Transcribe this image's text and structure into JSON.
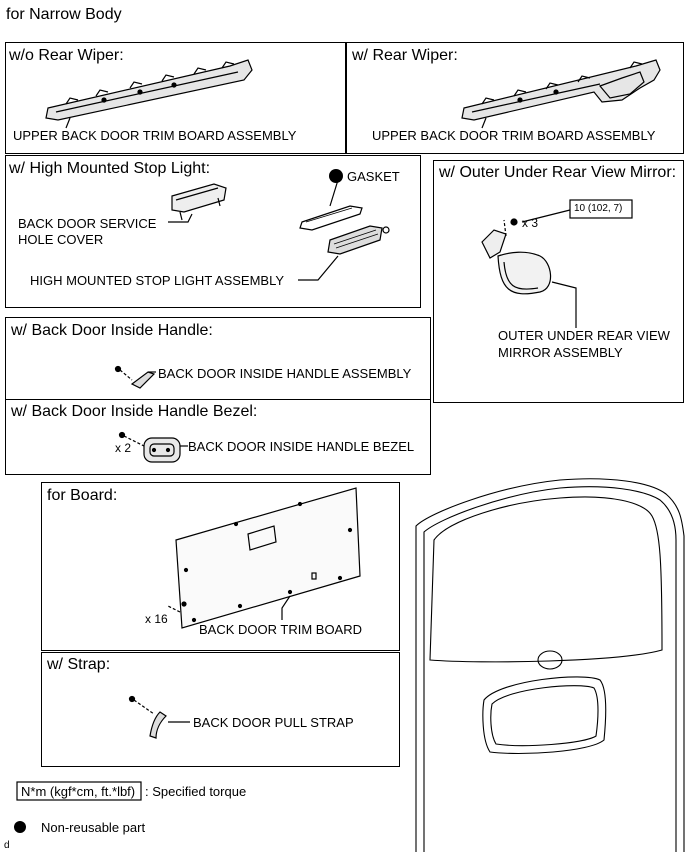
{
  "heading": "for Narrow Body",
  "panels": {
    "wo_rear_wiper": {
      "title": "w/o Rear Wiper:",
      "label": "UPPER BACK DOOR TRIM BOARD ASSEMBLY"
    },
    "w_rear_wiper": {
      "title": "w/ Rear Wiper:",
      "label": "UPPER BACK DOOR TRIM BOARD ASSEMBLY"
    },
    "stop_light": {
      "title": "w/ High Mounted Stop Light:",
      "gasket": "GASKET",
      "service_cover_line1": "BACK DOOR SERVICE",
      "service_cover_line2": "HOLE COVER",
      "lamp": "HIGH MOUNTED STOP LIGHT ASSEMBLY"
    },
    "mirror": {
      "title": "w/ Outer Under Rear View Mirror:",
      "qty": "x 3",
      "torque": "10 (102, 7)",
      "label_line1": "OUTER UNDER REAR VIEW",
      "label_line2": "MIRROR ASSEMBLY"
    },
    "inside_handle": {
      "title": "w/ Back Door Inside Handle:",
      "label": "BACK DOOR INSIDE HANDLE ASSEMBLY"
    },
    "handle_bezel": {
      "title": "w/ Back Door Inside Handle Bezel:",
      "qty": "x 2",
      "label": "BACK DOOR INSIDE HANDLE BEZEL"
    },
    "board": {
      "title": "for Board:",
      "qty": "x 16",
      "label": "BACK DOOR TRIM BOARD"
    },
    "strap": {
      "title": "w/ Strap:",
      "label": "BACK DOOR PULL STRAP"
    }
  },
  "legend": {
    "torque_box": "N*m (kgf*cm, ft.*lbf)",
    "torque_text": ": Specified torque",
    "nonreusable_text": "Non-reusable part"
  },
  "footer_mark": "d"
}
